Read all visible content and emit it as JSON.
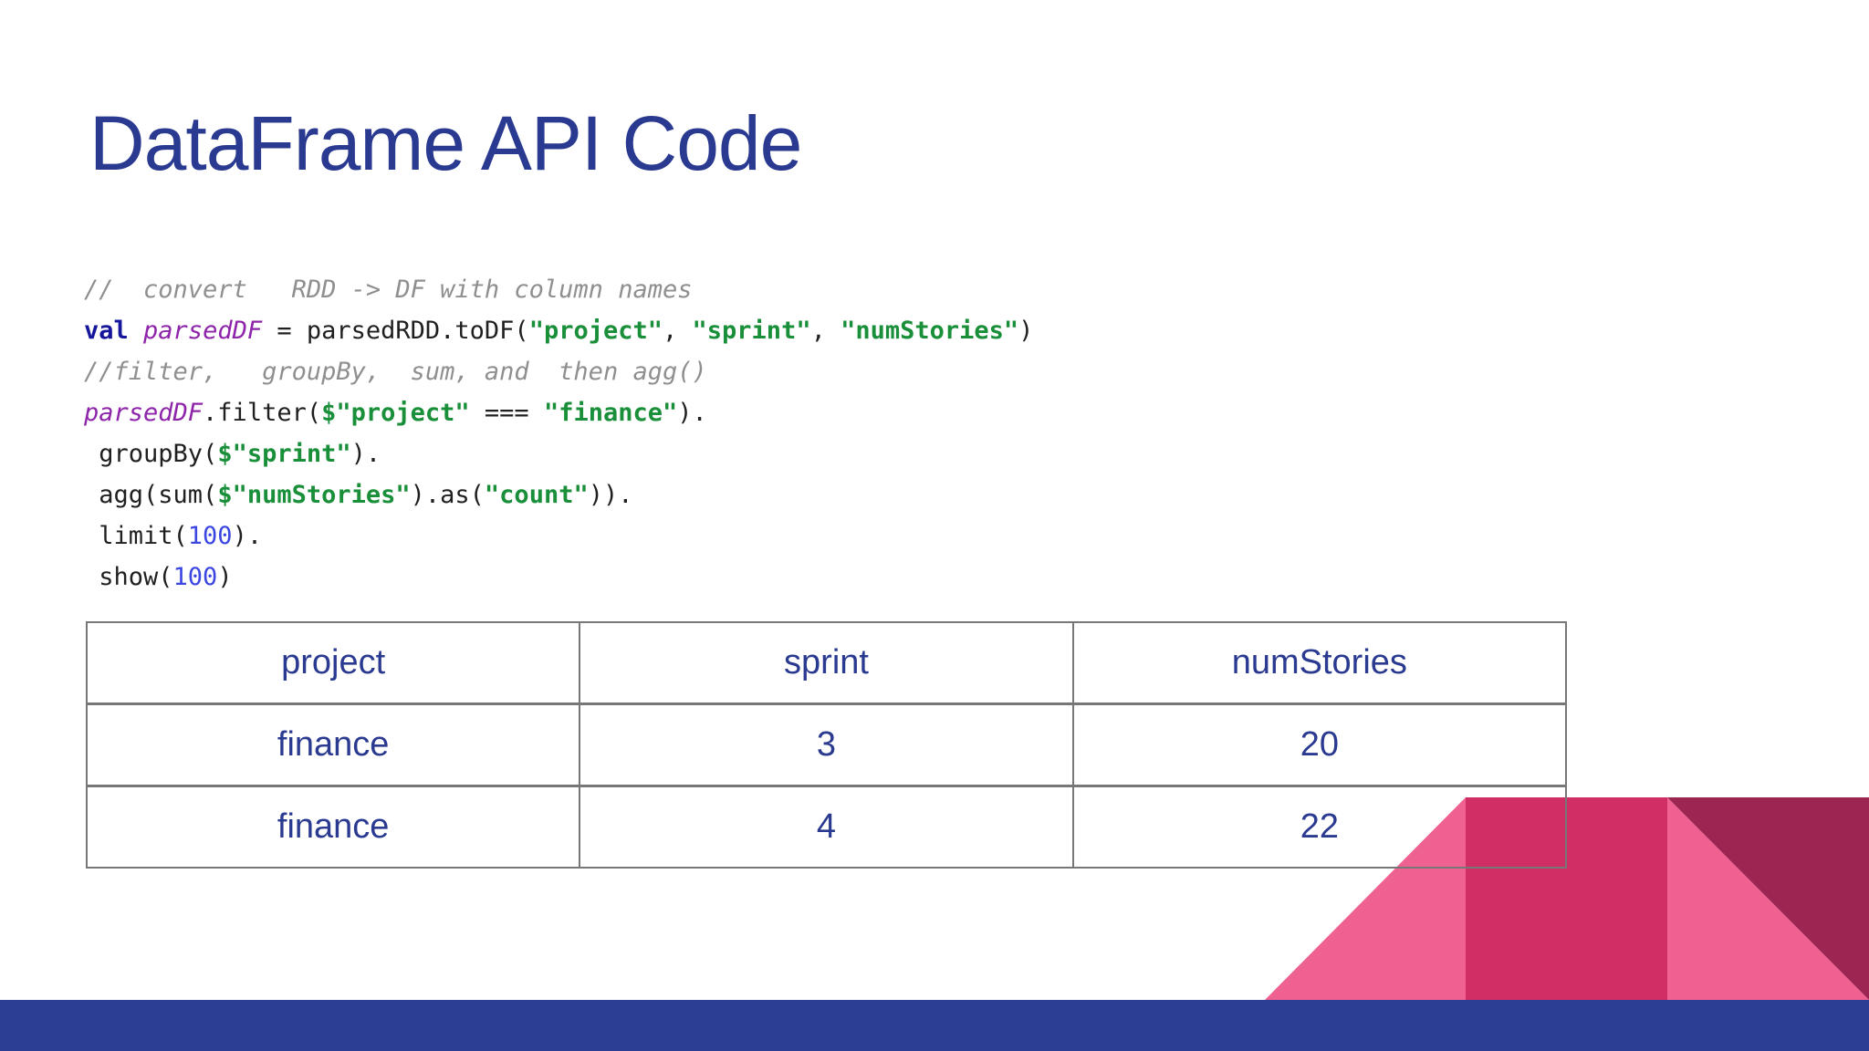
{
  "slide": {
    "title": "DataFrame API Code"
  },
  "code": {
    "lines": [
      {
        "segments": [
          {
            "t": "//  convert   RDD -> DF with column names",
            "s": "comment"
          }
        ]
      },
      {
        "segments": [
          {
            "t": "val",
            "s": "keyword"
          },
          {
            "t": " ",
            "s": "plain"
          },
          {
            "t": "parsedDF",
            "s": "identifier"
          },
          {
            "t": " = parsedRDD.toDF(",
            "s": "plain"
          },
          {
            "t": "\"project\"",
            "s": "string"
          },
          {
            "t": ", ",
            "s": "plain"
          },
          {
            "t": "\"sprint\"",
            "s": "string"
          },
          {
            "t": ", ",
            "s": "plain"
          },
          {
            "t": "\"numStories\"",
            "s": "string"
          },
          {
            "t": ")",
            "s": "plain"
          }
        ]
      },
      {
        "segments": [
          {
            "t": "//filter,   groupBy,  sum, and  then agg()",
            "s": "comment"
          }
        ]
      },
      {
        "segments": [
          {
            "t": "parsedDF",
            "s": "identifier"
          },
          {
            "t": ".filter(",
            "s": "plain"
          },
          {
            "t": "$\"project\"",
            "s": "string"
          },
          {
            "t": " === ",
            "s": "plain"
          },
          {
            "t": "\"finance\"",
            "s": "string"
          },
          {
            "t": ").",
            "s": "plain"
          }
        ]
      },
      {
        "segments": [
          {
            "t": " groupBy(",
            "s": "plain"
          },
          {
            "t": "$\"sprint\"",
            "s": "string"
          },
          {
            "t": ").",
            "s": "plain"
          }
        ]
      },
      {
        "segments": [
          {
            "t": " agg(sum(",
            "s": "plain"
          },
          {
            "t": "$\"numStories\"",
            "s": "string"
          },
          {
            "t": ").as(",
            "s": "plain"
          },
          {
            "t": "\"count\"",
            "s": "string"
          },
          {
            "t": ")).",
            "s": "plain"
          }
        ]
      },
      {
        "segments": [
          {
            "t": " limit(",
            "s": "plain"
          },
          {
            "t": "100",
            "s": "number"
          },
          {
            "t": ").",
            "s": "plain"
          }
        ]
      },
      {
        "segments": [
          {
            "t": " show(",
            "s": "plain"
          },
          {
            "t": "100",
            "s": "number"
          },
          {
            "t": ")",
            "s": "plain"
          }
        ]
      }
    ]
  },
  "table": {
    "headers": [
      "project",
      "sprint",
      "numStories"
    ],
    "rows": [
      [
        "finance",
        "3",
        "20"
      ],
      [
        "finance",
        "4",
        "22"
      ]
    ]
  },
  "colors": {
    "title_text": "#2b3a91",
    "table_text": "#2b3a91",
    "table_border": "#777777",
    "code_plain": "#1f1f1f",
    "code_comment": "#8f8f8f",
    "code_keyword": "#16169c",
    "code_identifier": "#8e24aa",
    "code_string": "#1a8f3a",
    "code_number": "#3b47e0",
    "decor_pink": "#ee6190",
    "decor_crimson": "#d02f66",
    "decor_maroon": "#9d2552",
    "decor_bar_blue": "#2c3e94"
  }
}
